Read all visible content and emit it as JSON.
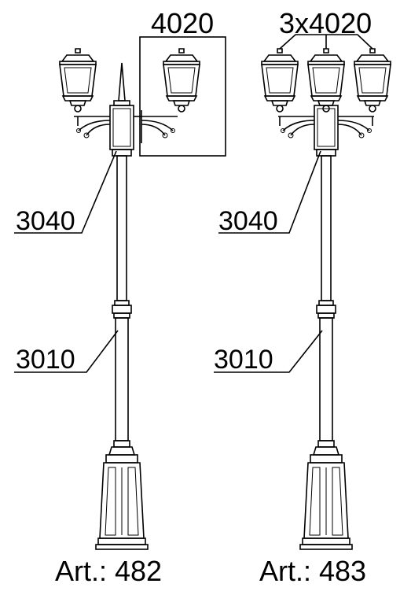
{
  "labels": {
    "left_module": "4020",
    "right_module": "3x4020",
    "left_bracket": "3040",
    "right_bracket": "3040",
    "left_pole": "3010",
    "right_pole": "3010",
    "left_article": "Art.: 482",
    "right_article": "Art.: 483"
  },
  "colors": {
    "ink": "#000000",
    "paper": "#ffffff"
  }
}
